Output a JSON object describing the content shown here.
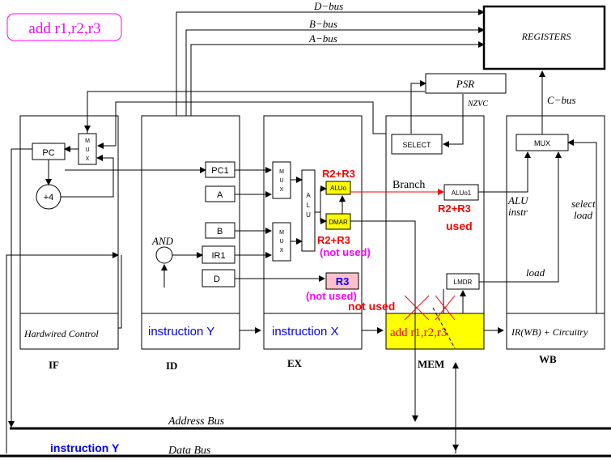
{
  "title": "add r1,r2,r3",
  "buses": {
    "d": "D−bus",
    "b": "B−bus",
    "a": "A−bus",
    "c": "C−bus",
    "address": "Address Bus",
    "data": "Data Bus",
    "nzvc": "NZVC"
  },
  "blocks": {
    "registers": "REGISTERS",
    "psr": "PSR",
    "select": "SELECT",
    "mux": "MUX",
    "mux_v": [
      "M",
      "U",
      "X"
    ],
    "alu_v": [
      "A",
      "L",
      "U"
    ],
    "pc": "PC",
    "plus4": "+4",
    "pc1": "PC1",
    "a": "A",
    "b": "B",
    "ir1": "IR1",
    "d": "D",
    "and": "AND",
    "aluo": "ALUo",
    "aluo1": "ALUo1",
    "dmar": "DMAR",
    "lmdr": "LMDR",
    "r3": "R3"
  },
  "stages": {
    "if": "IF",
    "id": "ID",
    "ex": "EX",
    "mem": "MEM",
    "wb": "WB"
  },
  "stage_content": {
    "if": "Hardwired Control",
    "id": "instruction Y",
    "ex": "instruction X",
    "mem": "add r1,r2,r3",
    "wb": "IR(WB) + Circuitry"
  },
  "labels": {
    "aluo_val": "R2+R3",
    "dmar_val": "R2+R3",
    "dmar_note": "(not used)",
    "aluo1_val": "R2+R3",
    "aluo1_note": "used",
    "r3_note": "(not used)",
    "not_used": "not used",
    "branch": "Branch",
    "alu_instr_1": "ALU",
    "alu_instr_2": "instr",
    "select_load_1": "select",
    "select_load_2": "load",
    "load": "load",
    "bus_instr": "instruction Y"
  },
  "colors": {
    "red": "#ff0000",
    "blue": "#0000ff",
    "magenta": "#ff00ff",
    "yellow": "#ffff00",
    "pink": "#ffc0cb"
  }
}
